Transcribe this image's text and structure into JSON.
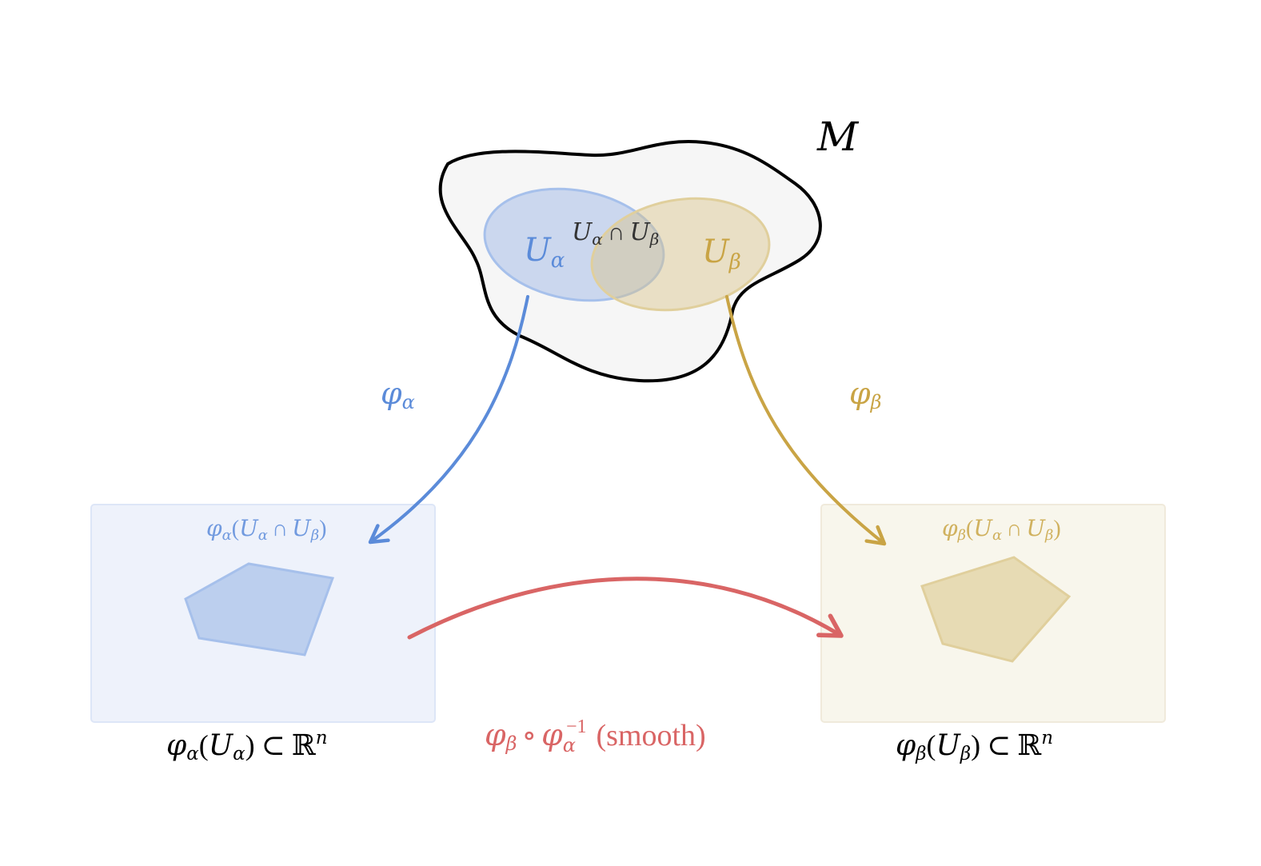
{
  "colors": {
    "alpha": "#5b8bd9",
    "beta": "#c9a445",
    "transition": "#d96565",
    "manifold_stroke": "#000000",
    "manifold_fill": "#f6f6f6",
    "alpha_fill": "#c0d1ee",
    "beta_fill": "#eadfc0",
    "alpha_box_fill": "#eef2fb",
    "beta_box_fill": "#f8f6ec",
    "alpha_poly_fill": "#bccfee",
    "beta_poly_fill": "#e7dbb4"
  },
  "manifold": {
    "label": "M"
  },
  "open_sets": {
    "alpha": {
      "base": "U",
      "sub": "α"
    },
    "beta": {
      "base": "U",
      "sub": "β"
    },
    "intersection": {
      "a": "U",
      "a_sub": "α",
      "cap": "∩",
      "b": "U",
      "b_sub": "β"
    }
  },
  "charts": {
    "alpha": {
      "map": "φ",
      "sub": "α"
    },
    "beta": {
      "map": "φ",
      "sub": "β"
    }
  },
  "boxes": {
    "alpha": {
      "inner_label": {
        "map": "φ",
        "map_sub": "α",
        "open": "(",
        "a": "U",
        "a_sub": "α",
        "cap": "∩",
        "b": "U",
        "b_sub": "β",
        "close": ")"
      },
      "caption": {
        "map": "φ",
        "map_sub": "α",
        "open": "(",
        "u": "U",
        "u_sub": "α",
        "close": ")",
        "subset": "⊂",
        "R": "ℝ",
        "sup": "n"
      }
    },
    "beta": {
      "inner_label": {
        "map": "φ",
        "map_sub": "β",
        "open": "(",
        "a": "U",
        "a_sub": "α",
        "cap": "∩",
        "b": "U",
        "b_sub": "β",
        "close": ")"
      },
      "caption": {
        "map": "φ",
        "map_sub": "β",
        "open": "(",
        "u": "U",
        "u_sub": "β",
        "close": ")",
        "subset": "⊂",
        "R": "ℝ",
        "sup": "n"
      }
    }
  },
  "transition": {
    "a": "φ",
    "a_sub": "β",
    "compose": "∘",
    "b": "φ",
    "b_sub": "α",
    "b_sup": "−1",
    "note": "(smooth)"
  }
}
